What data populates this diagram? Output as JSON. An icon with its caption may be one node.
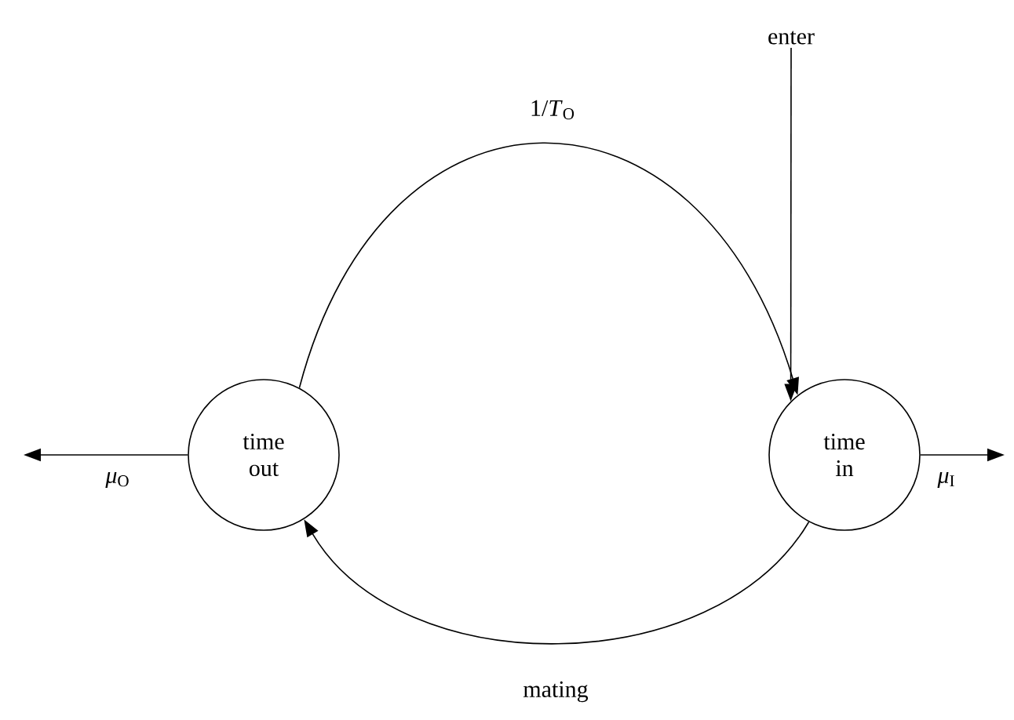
{
  "diagram": {
    "nodes": [
      {
        "text": [
          "time out"
        ]
      },
      {
        "text": [
          "time in"
        ]
      },
      {
        "text": [
          "enter"
        ]
      }
    ],
    "edges": [
      {
        "from": 0,
        "to": 1,
        "arrow": "to",
        "label": "1/*T*$_{O}$"
      },
      {
        "from": 1,
        "to": 0,
        "arrow": "to",
        "label": "mating"
      },
      {
        "from": 0,
        "to": null,
        "arrow": "to",
        "label": "*μ*$_{O}$"
      },
      {
        "from": 1,
        "to": null,
        "arrow": "to",
        "label": "*μ*$_{I}$"
      },
      {
        "from": 2,
        "to": 1,
        "arrow": "to"
      }
    ]
  }
}
